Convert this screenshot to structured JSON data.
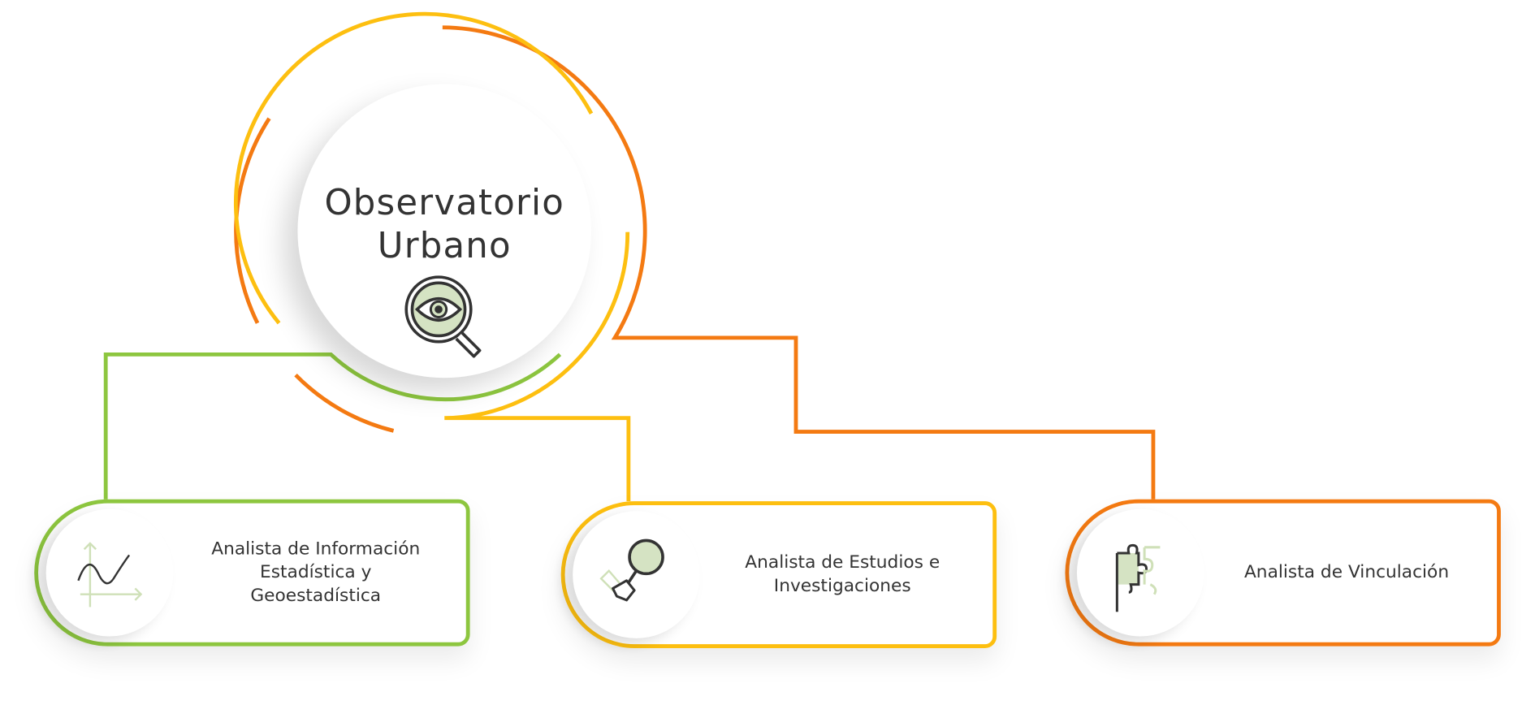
{
  "hub": {
    "title_line1": "Observatorio",
    "title_line2": "Urbano",
    "icon": "eye-magnifier-icon"
  },
  "colors": {
    "green": "#8dc63f",
    "yellow": "#fdbf10",
    "orange": "#f47a12",
    "text": "#333333",
    "icon_fill": "#d5e3c3"
  },
  "cards": [
    {
      "label_line1": "Analista de Información",
      "label_line2": "Estadística y",
      "label_line3": "Geoestadística",
      "icon": "graph-curve-icon"
    },
    {
      "label_line1": "Analista de Estudios e",
      "label_line2": "Investigaciones",
      "icon": "hand-magnifier-icon"
    },
    {
      "label_line1": "Analista de Vinculación",
      "icon": "puzzle-flag-icon"
    }
  ]
}
